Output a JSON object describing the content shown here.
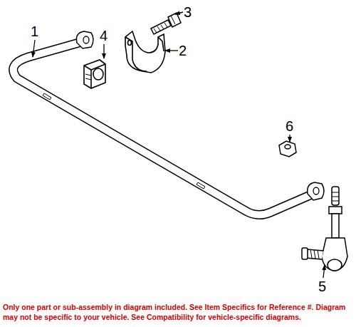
{
  "diagram": {
    "caption": "Only one part or sub-assembly in diagram included. See Item Specifics for Reference #. Diagram may not be specific to your vehicle. See Compatibility for vehicle-specific diagrams.",
    "labels": [
      "1",
      "4",
      "2",
      "3",
      "6",
      "5"
    ]
  }
}
